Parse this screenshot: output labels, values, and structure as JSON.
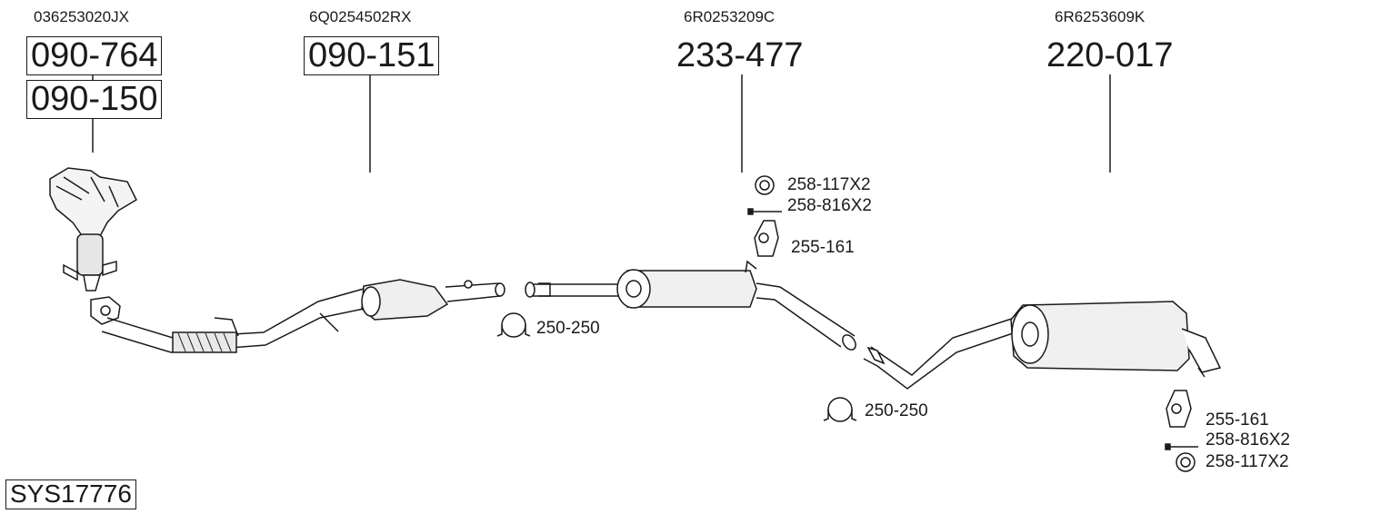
{
  "system_code": "SYS17776",
  "groups": [
    {
      "oem": "036253020JX",
      "parts": [
        "090-764",
        "090-150"
      ]
    },
    {
      "oem": "6Q0254502RX",
      "parts": [
        "090-151"
      ]
    },
    {
      "oem": "6R0253209C",
      "parts": [
        "233-477"
      ]
    },
    {
      "oem": "6R6253609K",
      "parts": [
        "220-017"
      ]
    }
  ],
  "accessories": {
    "front_clamp": "250-250",
    "rear_clamp": "250-250",
    "middle": {
      "ring": "258-117X2",
      "bolt": "258-816X2",
      "hanger": "255-161"
    },
    "rear": {
      "hanger": "255-161",
      "bolt": "258-816X2",
      "ring": "258-117X2"
    }
  }
}
